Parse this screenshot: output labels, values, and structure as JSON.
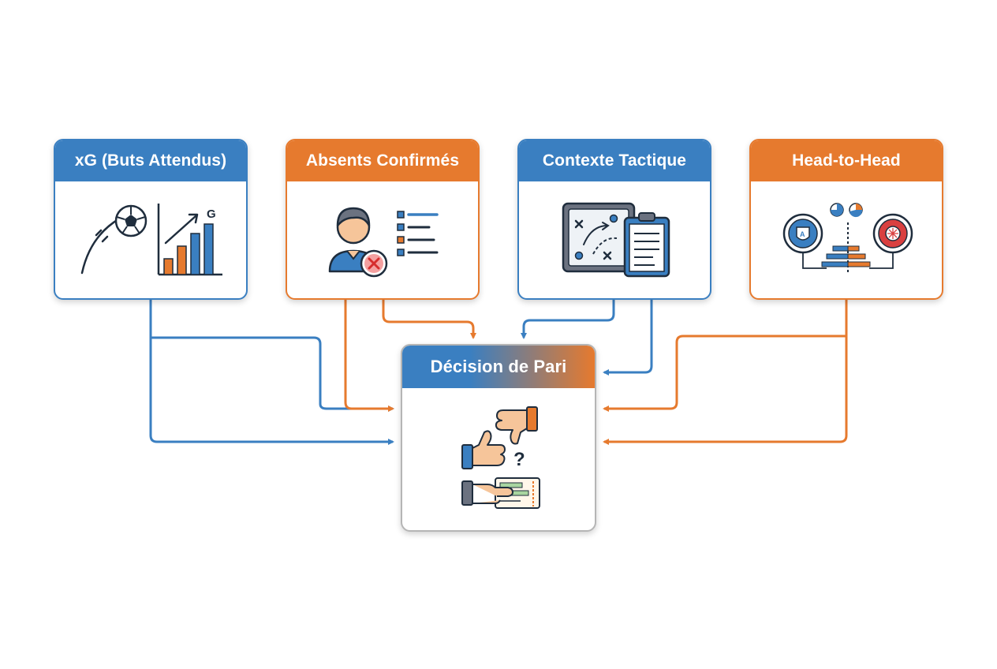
{
  "colors": {
    "blue": "#3a7fc1",
    "orange": "#e67a2e",
    "dark": "#1f2d3d",
    "gray": "#b5b5b5"
  },
  "cards": {
    "xg": {
      "title": "xG (Buts Attendus)",
      "icons": [
        "soccer-ball-icon",
        "bar-chart-icon"
      ],
      "chart_letter": "G"
    },
    "absents": {
      "title": "Absents Confirmés",
      "icons": [
        "injured-player-icon",
        "list-icon"
      ]
    },
    "tactique": {
      "title": "Contexte Tactique",
      "icons": [
        "tactics-board-icon",
        "clipboard-icon"
      ]
    },
    "h2h": {
      "title": "Head-to-Head",
      "icons": [
        "team-badge-icon",
        "comparison-chart-icon"
      ],
      "badge_letter": "A"
    }
  },
  "decision": {
    "title": "Décision de Pari",
    "icons": [
      "thumbs-up-icon",
      "thumbs-down-icon",
      "question-icon",
      "betting-slip-icon"
    ],
    "question_mark": "?"
  }
}
